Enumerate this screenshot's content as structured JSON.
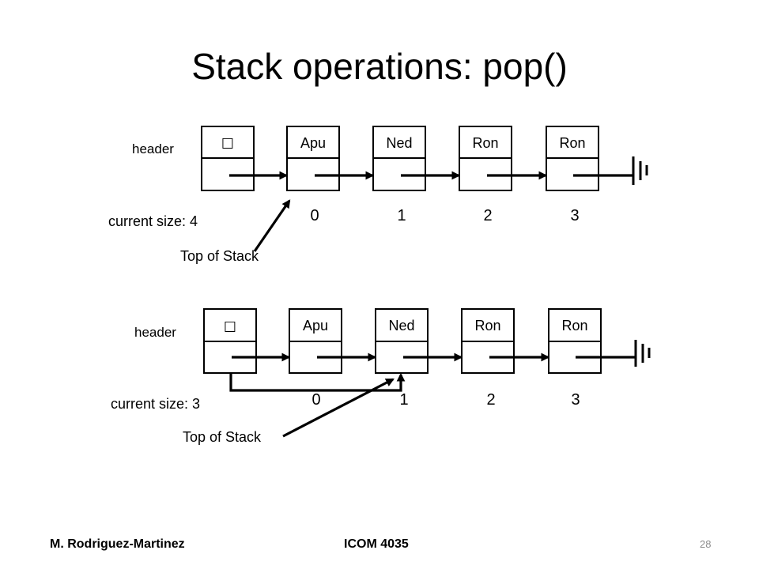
{
  "slide": {
    "title": "Stack operations: pop()",
    "footer": {
      "author": "M. Rodriguez-Martinez",
      "course": "ICOM 4035",
      "page": "28"
    }
  },
  "diagram_before": {
    "header_label": "header",
    "header_symbol": "☐",
    "nodes": [
      "Apu",
      "Ned",
      "Ron",
      "Ron"
    ],
    "indices": [
      "0",
      "1",
      "2",
      "3"
    ],
    "size_label": "current size: 4",
    "top_label": "Top of Stack"
  },
  "diagram_after": {
    "header_label": "header",
    "header_symbol": "☐",
    "nodes": [
      "Apu",
      "Ned",
      "Ron",
      "Ron"
    ],
    "indices": [
      "0",
      "1",
      "2",
      "3"
    ],
    "size_label": "current size: 3",
    "top_label": "Top of Stack"
  }
}
